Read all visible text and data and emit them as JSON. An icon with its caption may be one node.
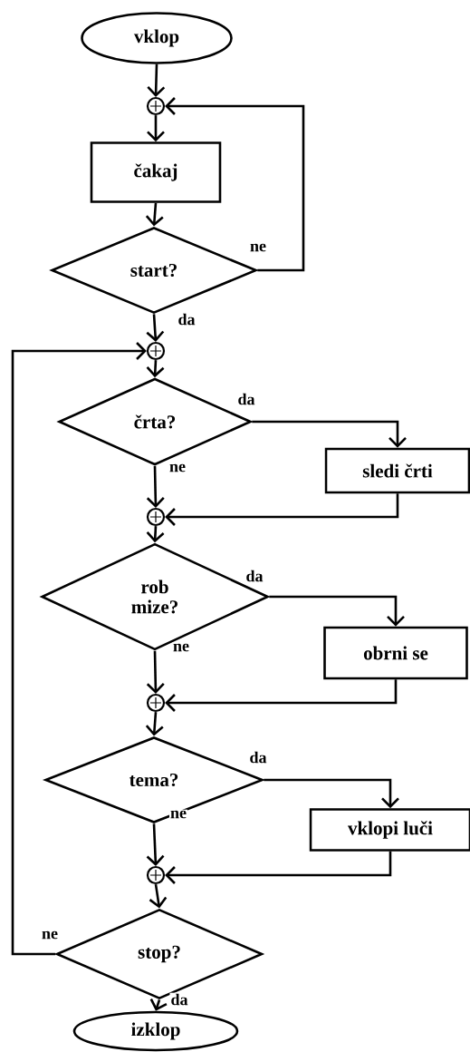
{
  "diagram": {
    "nodes": [
      {
        "text": [
          "vklop"
        ]
      },
      {
        "text": [],
        "shape": "circle"
      },
      {
        "text": [
          "čakaj"
        ]
      },
      {
        "text": [
          "start?"
        ]
      },
      {
        "text": [],
        "shape": "circle"
      },
      {
        "text": [
          "črta?"
        ]
      },
      {
        "text": [
          "sledi črti"
        ]
      },
      {
        "text": [],
        "shape": "circle"
      },
      {
        "text": [
          "rob mize?"
        ]
      },
      {
        "text": [
          "obrni se"
        ]
      },
      {
        "text": [],
        "shape": "circle"
      },
      {
        "text": [
          "tema?"
        ]
      },
      {
        "text": [
          "vklopi luči"
        ]
      },
      {
        "text": [],
        "shape": "circle"
      },
      {
        "text": [
          "stop?"
        ]
      },
      {
        "text": [
          "izklop"
        ]
      }
    ],
    "edges": [
      {
        "from": 0,
        "to": 1,
        "arrow": "to"
      },
      {
        "from": 1,
        "to": 2,
        "arrow": "to"
      },
      {
        "from": 2,
        "to": 3,
        "arrow": "to"
      },
      {
        "from": 3,
        "to": 1,
        "arrow": "to",
        "label": "ne"
      },
      {
        "from": 3,
        "to": 4,
        "arrow": "to",
        "label": "da"
      },
      {
        "from": 4,
        "to": 5,
        "arrow": "to"
      },
      {
        "from": 5,
        "to": 6,
        "arrow": "to",
        "label": "da"
      },
      {
        "from": 5,
        "to": 7,
        "arrow": "to",
        "label": "ne"
      },
      {
        "from": 6,
        "to": 7,
        "arrow": "to"
      },
      {
        "from": 7,
        "to": 8,
        "arrow": "to"
      },
      {
        "from": 8,
        "to": 9,
        "arrow": "to",
        "label": "da"
      },
      {
        "from": 8,
        "to": 10,
        "arrow": "to",
        "label": "ne"
      },
      {
        "from": 9,
        "to": 10,
        "arrow": "to"
      },
      {
        "from": 10,
        "to": 11,
        "arrow": "to"
      },
      {
        "from": 11,
        "to": 12,
        "arrow": "to",
        "label": "da"
      },
      {
        "from": 11,
        "to": 13,
        "arrow": "to",
        "label": "ne"
      },
      {
        "from": 12,
        "to": 13,
        "arrow": "to"
      },
      {
        "from": 13,
        "to": 14,
        "arrow": "to"
      },
      {
        "from": 14,
        "to": 4,
        "arrow": "to",
        "label": "ne"
      },
      {
        "from": 14,
        "to": 15,
        "arrow": "to",
        "label": "da"
      }
    ]
  }
}
